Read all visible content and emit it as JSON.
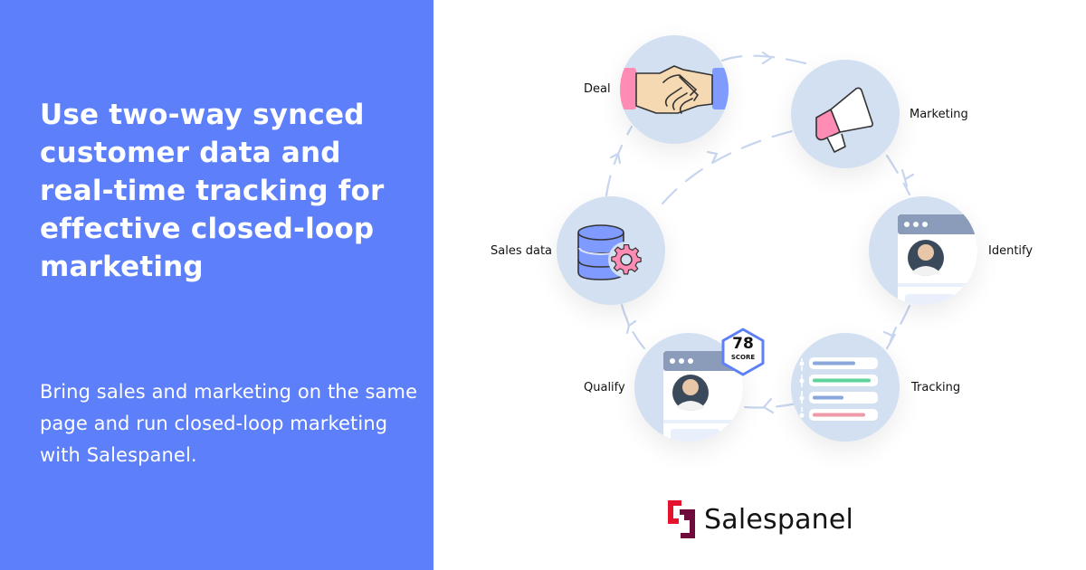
{
  "left_panel": {
    "background": "#5d7ff9",
    "headline": "Use two-way synced customer data and real-time tracking for effective closed-loop marketing",
    "subtext": "Bring sales and marketing on the same page and run closed-loop marketing with Salespanel."
  },
  "diagram": {
    "node_color": "#d3e0f2",
    "connector_color": "#c7d6ee",
    "nodes": [
      {
        "id": "deal",
        "label": "Deal",
        "icon": "handshake-icon"
      },
      {
        "id": "marketing",
        "label": "Marketing",
        "icon": "megaphone-icon"
      },
      {
        "id": "identify",
        "label": "Identify",
        "icon": "profile-window-icon"
      },
      {
        "id": "tracking",
        "label": "Tracking",
        "icon": "activity-timeline-icon"
      },
      {
        "id": "qualify",
        "label": "Qualify",
        "icon": "profile-window-icon"
      },
      {
        "id": "sales_data",
        "label": "Sales data",
        "icon": "database-gear-icon"
      }
    ],
    "score_badge": {
      "value": "78",
      "label": "SCORE",
      "border_color": "#5d7ff9"
    },
    "tracking_bars": [
      "#8aa7db",
      "#5fd39a",
      "#8aa7db",
      "#ee9aa8"
    ]
  },
  "brand": {
    "name": "Salespanel",
    "logo_colors": [
      "#e3142b",
      "#6e0b3b"
    ]
  }
}
